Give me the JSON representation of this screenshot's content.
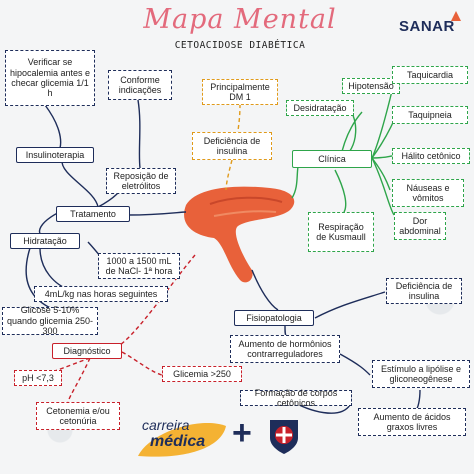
{
  "header": {
    "title": "Mapa Mental",
    "subtitle": "CETOACIDOSE DIABÉTICA",
    "brand": "SANAR"
  },
  "nodes": {
    "hipocalemia": "Verificar se hipocalemia antes e checar glicemia 1/1 h",
    "conforme": "Conforme indicações",
    "principalmente": "Principalmente DM 1",
    "deficiencia_insulina_top": "Deficiência de insulina",
    "hipotensao": "Hipotensão",
    "taquicardia": "Taquicardia",
    "desidratacao": "Desidratação",
    "taquipneia": "Taquipneia",
    "clinica": "Clínica",
    "halito": "Hálito cetônico",
    "nauseas": "Náuseas e vômitos",
    "dor": "Dor abdominal",
    "kusmaull": "Respiração de Kusmaull",
    "insulinoterapia": "Insulinoterapia",
    "reposicao": "Reposição de eletrólitos",
    "tratamento": "Tratamento",
    "hidratacao": "Hidratação",
    "volume": "1000 a 1500 mL de NaCl- 1ª hora",
    "ml_kg": "4mL/kg nas horas seguintes",
    "glicose": "Glicose 5-10% quando glicemia 250-300",
    "diagnostico": "Diagnóstico",
    "ph": "pH <7,3",
    "glicemia": "Glicemia >250",
    "cetonemia": "Cetonemia e/ou cetonúria",
    "fisiopatologia": "Fisiopatologia",
    "deficiencia_insulina": "Deficiência de insulina",
    "hormonios": "Aumento de hormônios contrarreguladores",
    "lipolise": "Estímulo a lipólise e gliconeogênese",
    "corpos": "Formação de corpos cetônicos",
    "acidos": "Aumento de ácidos graxos livres"
  },
  "footer": {
    "brand_line1": "carreira",
    "brand_line2": "médica",
    "plus": "+"
  },
  "colors": {
    "navy": "#1e2d5a",
    "orange": "#e09a1a",
    "green": "#2ea54a",
    "red": "#c8202a",
    "title_pink": "#e36a7c",
    "pancreas": "#e8613a"
  }
}
